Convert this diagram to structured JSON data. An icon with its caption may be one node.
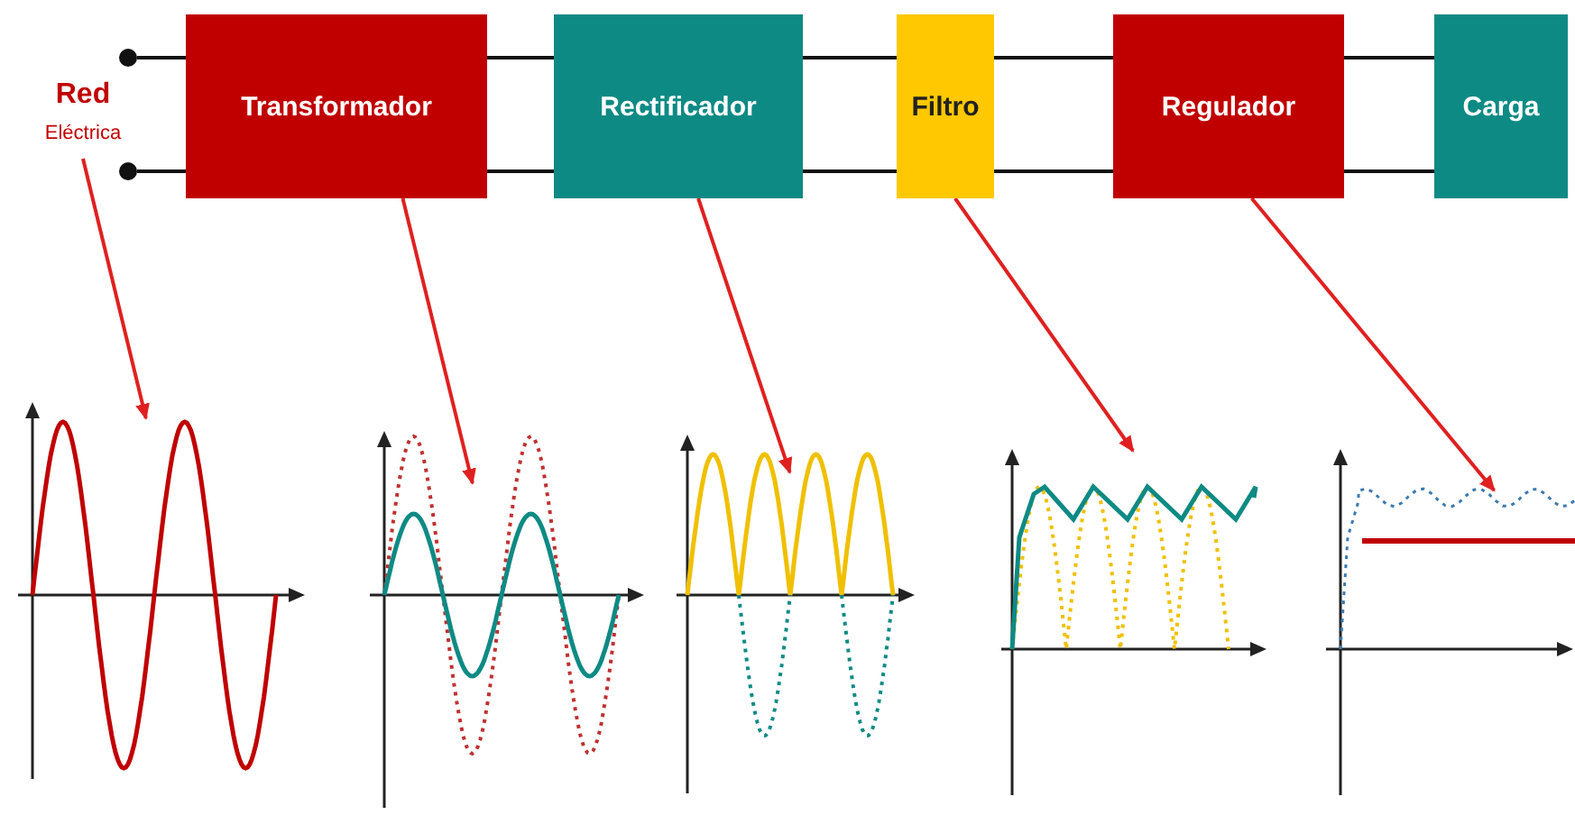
{
  "diagram": {
    "nodes": [
      {
        "text": [
          "Red",
          "Eléctrica"
        ]
      },
      {
        "text": [],
        "shape": "circle"
      },
      {
        "text": [],
        "shape": "circle"
      },
      {
        "text": [
          "Transformador"
        ]
      },
      {
        "text": [
          "Rectificador"
        ]
      },
      {
        "text": [
          "Filtro"
        ]
      },
      {
        "text": [
          "Regulador"
        ]
      },
      {
        "text": [
          "Carga"
        ]
      },
      {
        "text": [],
        "shape": "plot"
      },
      {
        "text": [],
        "shape": "plot"
      },
      {
        "text": [],
        "shape": "plot"
      },
      {
        "text": [],
        "shape": "plot"
      },
      {
        "text": [],
        "shape": "plot"
      }
    ],
    "edges": [
      {
        "from": 1,
        "to": 3,
        "arrow": "none"
      },
      {
        "from": 2,
        "to": 3,
        "arrow": "none"
      },
      {
        "from": 3,
        "to": 4,
        "arrow": "none"
      },
      {
        "from": 3,
        "to": 4,
        "arrow": "none"
      },
      {
        "from": 4,
        "to": 5,
        "arrow": "none"
      },
      {
        "from": 4,
        "to": 5,
        "arrow": "none"
      },
      {
        "from": 5,
        "to": 6,
        "arrow": "none"
      },
      {
        "from": 5,
        "to": 6,
        "arrow": "none"
      },
      {
        "from": 6,
        "to": 7,
        "arrow": "none"
      },
      {
        "from": 6,
        "to": 7,
        "arrow": "none"
      },
      {
        "from": 0,
        "to": 8,
        "arrow": "to",
        "color": "#e02020"
      },
      {
        "from": 3,
        "to": 9,
        "arrow": "to",
        "color": "#e02020"
      },
      {
        "from": 4,
        "to": 10,
        "arrow": "to",
        "color": "#e02020"
      },
      {
        "from": 5,
        "to": 11,
        "arrow": "to",
        "color": "#e02020"
      },
      {
        "from": 6,
        "to": 12,
        "arrow": "to",
        "color": "#e02020"
      }
    ]
  }
}
